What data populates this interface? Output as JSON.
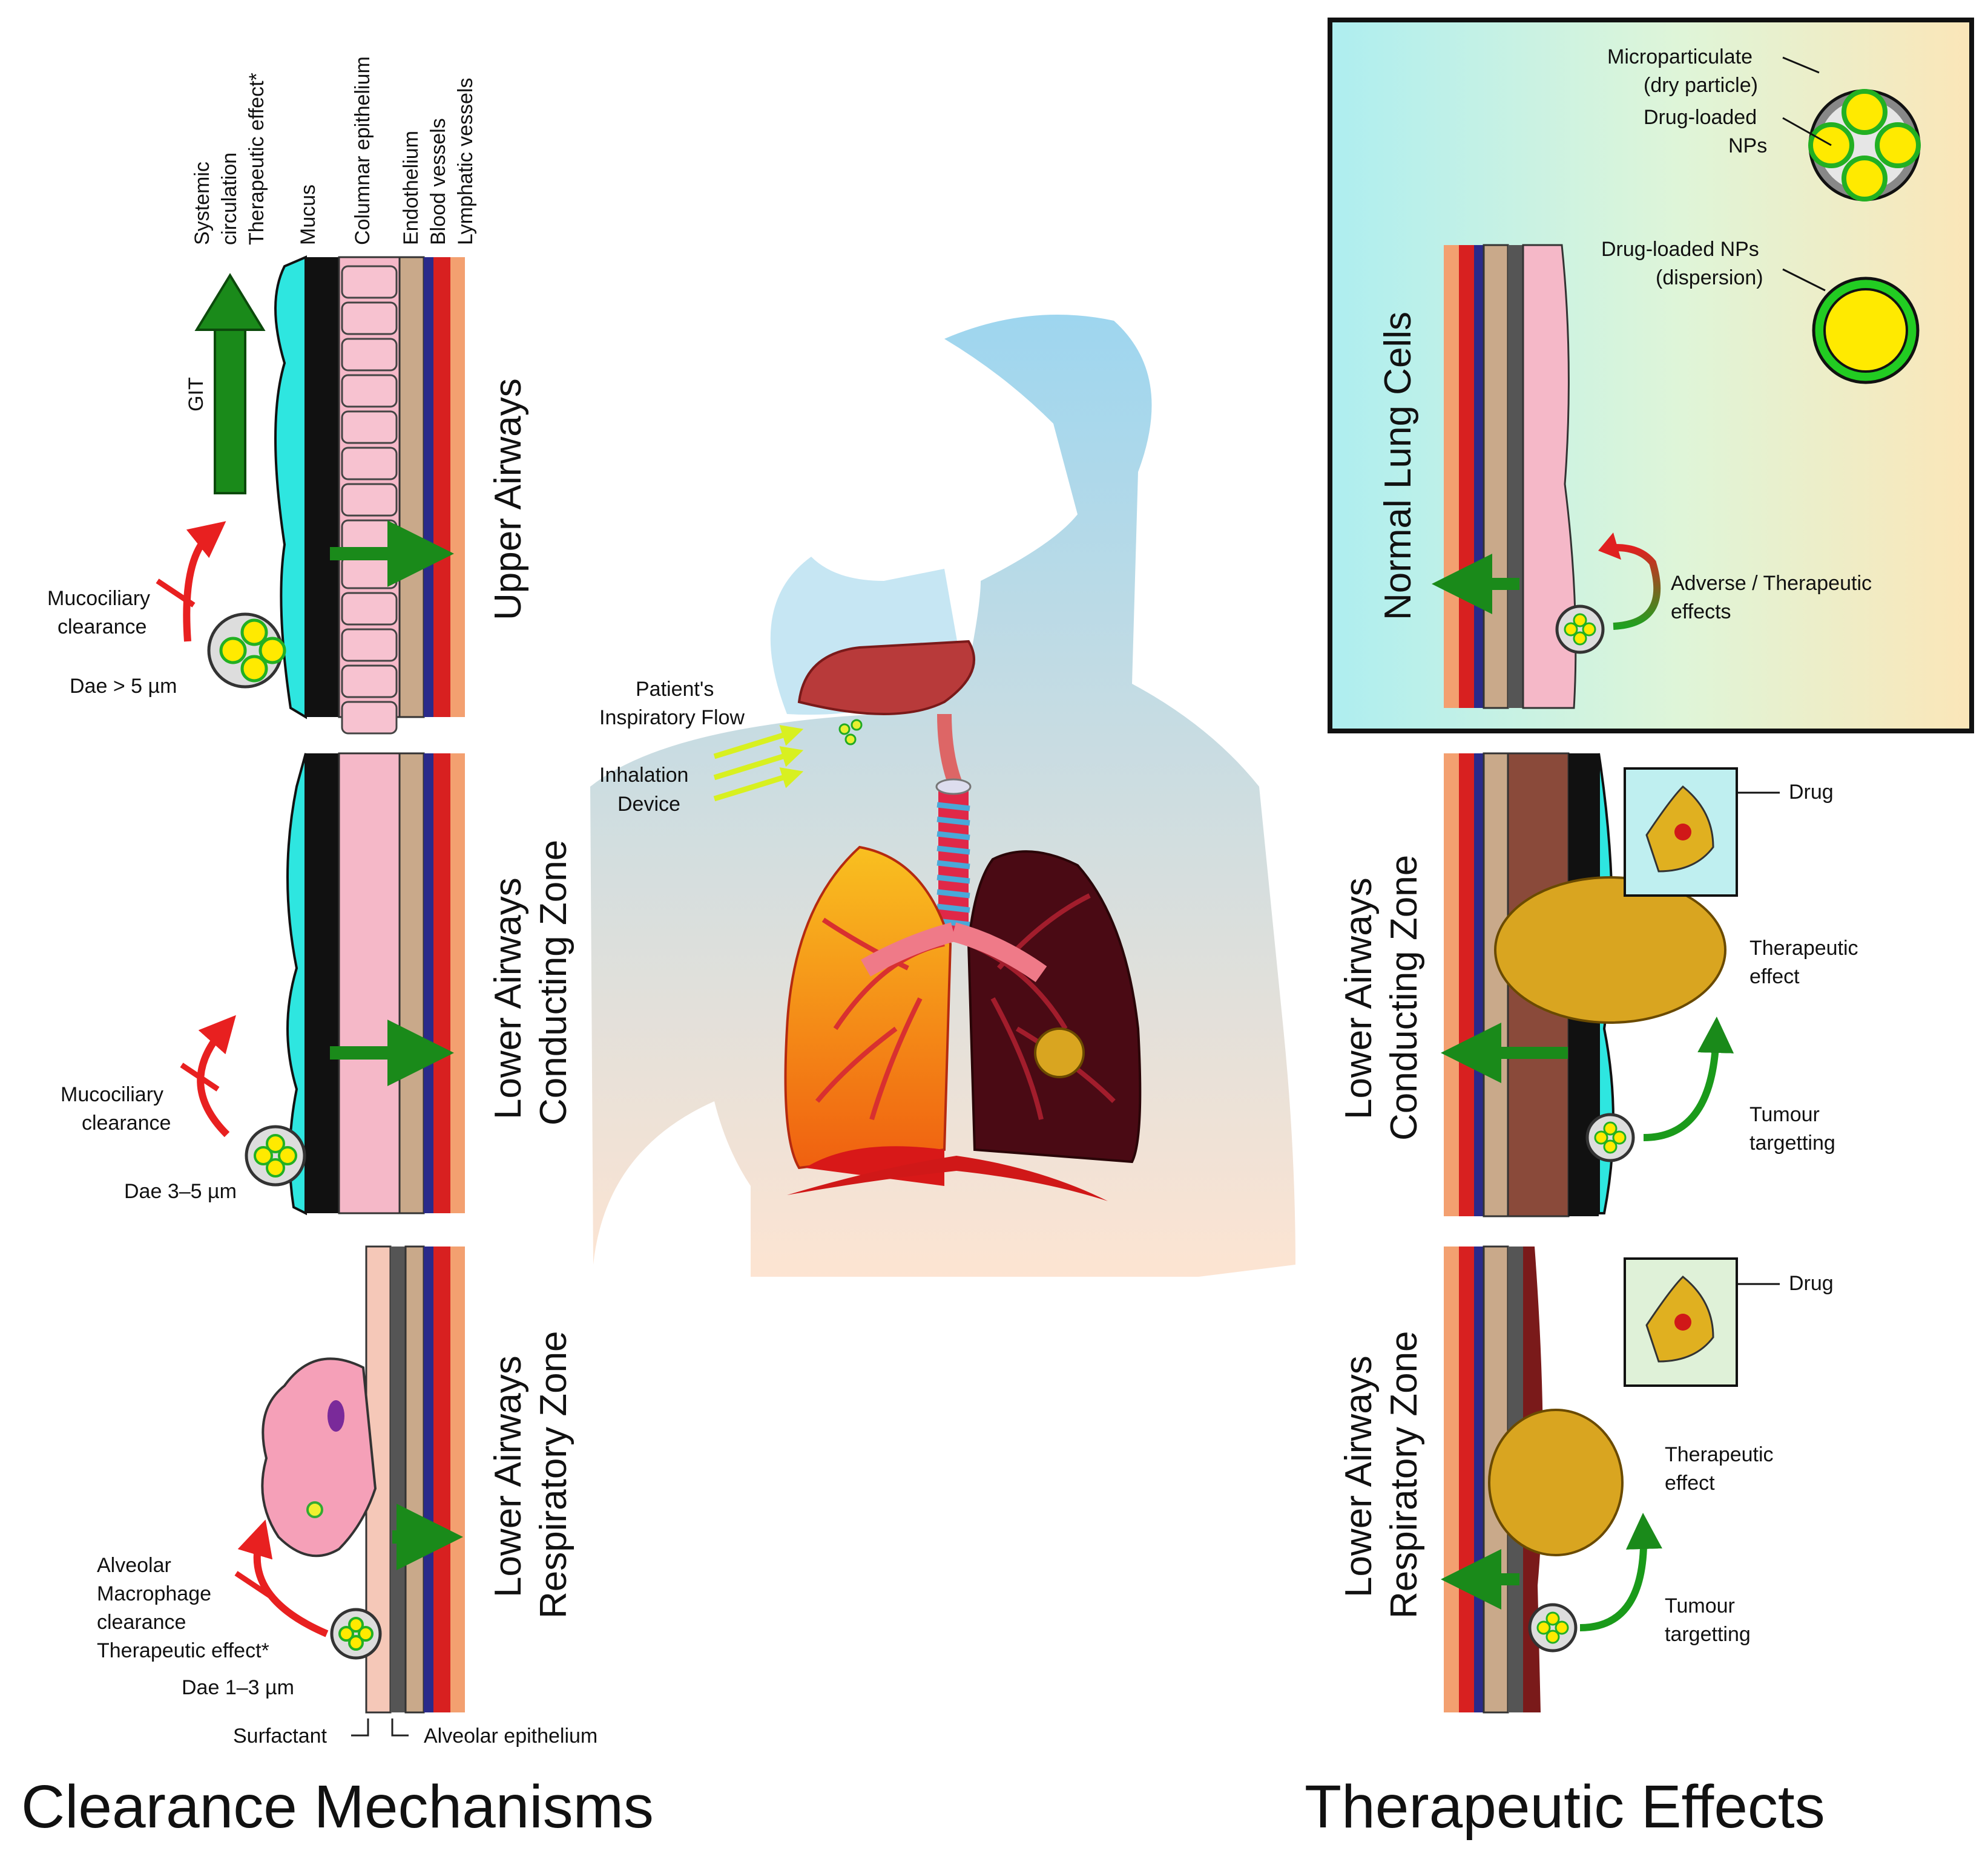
{
  "title_left": "Clearance Mechanisms",
  "title_right": "Therapeutic Effects",
  "layer_labels": {
    "systemic": [
      "Systemic",
      "circulation",
      "Therapeutic effect*"
    ],
    "mucus": "Mucus",
    "columnar": "Columnar epithelium",
    "vessels": [
      "Endothelium",
      "Blood vessels",
      "Lymphatic vessels"
    ]
  },
  "git": "GIT",
  "zones": {
    "upper": [
      "Upper Airways"
    ],
    "conducting": [
      "Lower Airways",
      "Conducting Zone"
    ],
    "respiratory": [
      "Lower Airways",
      "Respiratory Zone"
    ]
  },
  "clearance": {
    "upper": {
      "label": [
        "Mucociliary",
        "clearance"
      ],
      "dae": "Dae > 5 µm"
    },
    "conducting": {
      "label": [
        "Mucociliary",
        "clearance"
      ],
      "dae": "Dae 3–5 µm"
    },
    "respiratory": {
      "label": [
        "Alveolar",
        "Macrophage",
        "clearance",
        "Therapeutic effect*"
      ],
      "dae": "Dae 1–3 µm"
    }
  },
  "bottom_labels": {
    "surfactant": "Surfactant",
    "alveolar": "Alveolar epithelium"
  },
  "center": {
    "flow": [
      "Patient's",
      "Inspiratory Flow"
    ],
    "device": [
      "Inhalation",
      "Device"
    ]
  },
  "legend": {
    "micro": [
      "Microparticulate",
      "(dry particle)"
    ],
    "nps_loaded": [
      "Drug-loaded",
      "NPs"
    ],
    "nps_dispersion": [
      "Drug-loaded NPs",
      "(dispersion)"
    ],
    "normal": "Normal Lung Cells",
    "adverse": [
      "Adverse / Therapeutic",
      "effects"
    ]
  },
  "right": {
    "drug": "Drug",
    "therapeutic": [
      "Therapeutic",
      "effect"
    ],
    "tumour": [
      "Tumour",
      "targetting"
    ]
  },
  "colors": {
    "green_arrow": "#1a8a1a",
    "red_arrow": "#e82020",
    "mucus": "#2ee6e0",
    "epithelium": "#f5b8c8",
    "body_top": "#a8dcf0",
    "body_bottom": "#fde6d6",
    "tumour": "#d9a520"
  }
}
